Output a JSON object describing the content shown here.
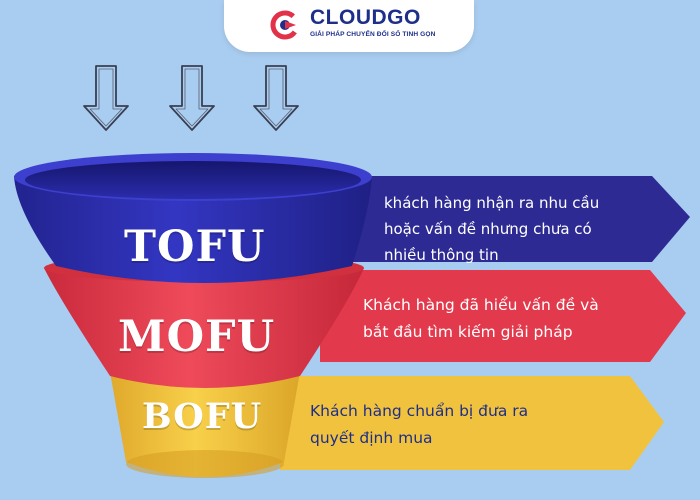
{
  "logo": {
    "name": "CLOUDGO",
    "tagline": "GIẢI PHÁP CHUYỂN ĐỔI SỐ TINH GỌN"
  },
  "colors": {
    "background": "#a9cdf0",
    "tofu": "#2c2fae",
    "mofu": "#e23a4c",
    "bofu": "#f1c23d",
    "brand_blue": "#1e2f8a",
    "brand_red": "#e2324a"
  },
  "funnel": {
    "stages": [
      {
        "key": "tofu",
        "label": "TOFU",
        "description": [
          "khách hàng nhận ra nhu cầu",
          "hoặc vấn đề nhưng chưa có",
          "nhiều thông tin"
        ]
      },
      {
        "key": "mofu",
        "label": "MOFU",
        "description": [
          "Khách hàng đã hiểu vấn đề và",
          "bắt đầu tìm kiếm giải pháp"
        ]
      },
      {
        "key": "bofu",
        "label": "BOFU",
        "description": [
          "Khách hàng chuẩn bị đưa ra",
          "quyết định mua"
        ]
      }
    ]
  },
  "arrows": {
    "count": 3,
    "icon": "down-arrow-icon"
  }
}
